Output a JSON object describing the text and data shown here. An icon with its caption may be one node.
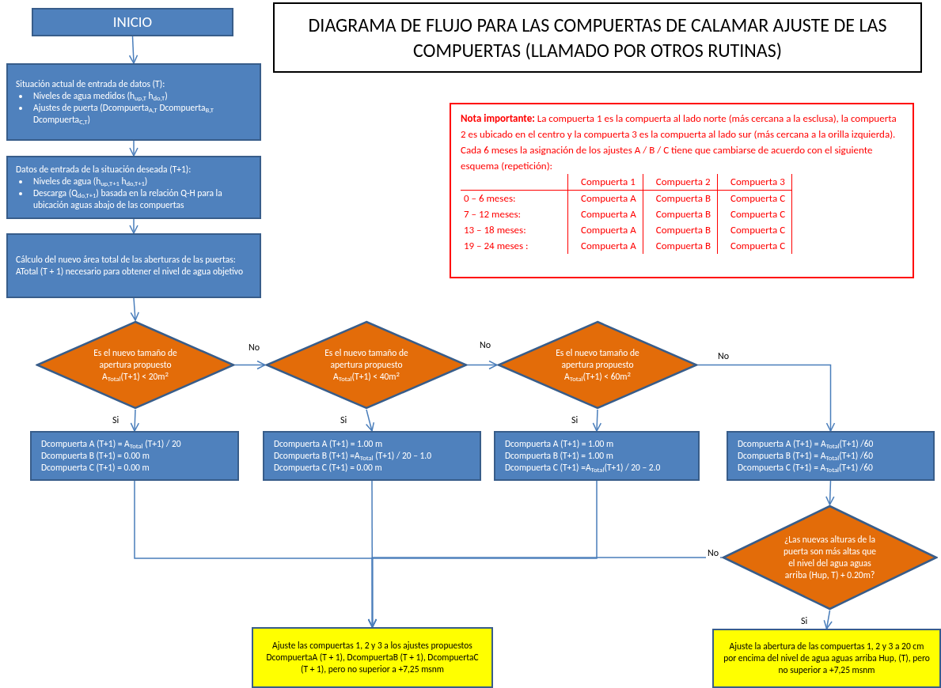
{
  "diagram": {
    "title": "DIAGRAMA DE FLUJO PARA LAS COMPUERTAS DE CALAMAR AJUSTE DE LAS COMPUERTAS (LLAMADO POR OTROS RUTINAS)",
    "nodes": [
      {
        "text": [
          "INICIO"
        ]
      },
      {
        "text": [
          "Situación actual de entrada de datos (T):",
          "Niveles de agua medidos  (h$_{up,T}$ h$_{do,T}$)",
          "Ajustes de puerta (Dcompuerta$_{A,T}$ Dcompuerta$_{B,T}$ Dcompuerta$_{C,T}$)"
        ]
      },
      {
        "text": [
          "Datos de entrada de la situación deseada  (T+1):",
          "Niveles de agua (h$_{up,T+1}$ h$_{do,T+1}$)",
          "Descarga (Q$_{do,T+1}$) basada en la relación Q-H para la ubicación aguas abajo de las compuertas"
        ]
      },
      {
        "text": [
          "Cálculo del nuevo área total de las aberturas de las puertas: ATotal (T + 1) necesario para obtener el nivel de agua objetivo"
        ]
      },
      {
        "text": [
          "Es el nuevo tamaño de apertura propuesto A$_{Total}$(T+1) < 20m$^{2}$"
        ]
      },
      {
        "text": [
          "Es el nuevo tamaño de apertura propuesto A$_{Total}$(T+1) < 40m$^{2}$"
        ]
      },
      {
        "text": [
          "Es el nuevo tamaño de apertura propuesto A$_{Total}$(T+1) < 60m$^{2}$"
        ]
      },
      {
        "text": [
          "Dcompuerta A (T+1) = A$_{Total}$ (T+1) / 20",
          "Dcompuerta B (T+1) = 0.00 m",
          "Dcompuerta C (T+1) = 0.00 m"
        ]
      },
      {
        "text": [
          "Dcompuerta A (T+1) = 1.00 m",
          "Dcompuerta B (T+1) =A$_{Total}$ (T+1) / 20 – 1.0",
          "Dcompuerta C (T+1) = 0.00 m"
        ]
      },
      {
        "text": [
          "Dcompuerta A (T+1) = 1.00 m",
          "Dcompuerta B (T+1) = 1.00 m",
          "Dcompuerta C (T+1) =A$_{Total}$(T+1) / 20 – 2.0"
        ]
      },
      {
        "text": [
          "Dcompuerta A (T+1) = A$_{Total}$(T+1) /60",
          "Dcompuerta B (T+1) = A$_{Total}$(T+1) /60",
          "Dcompuerta C (T+1) = A$_{Total}$(T+1) /60"
        ]
      },
      {
        "text": [
          "¿Las nuevas alturas de la puerta son más altas que el nivel del agua aguas arriba (Hup, T) + 0.20m?"
        ]
      },
      {
        "text": [
          "Ajuste las compuertas 1, 2 y 3 a los ajustes propuestos DcompuertaA (T + 1), DcompuertaB (T + 1), DcompuertaC (T + 1), pero no superior a +7,25 msnm"
        ]
      },
      {
        "text": [
          "Ajuste la abertura de las compuertas 1, 2 y 3 a 20 cm por encima del nivel de agua aguas arriba Hup, (T), pero no superior a +7,25 msnm"
        ]
      },
      {
        "text": [
          "**Nota importante:** La compuerta 1 es la compuerta al lado norte (más cercana a la esclusa), la compuerta 2 es ubicado en el centro y la compuerta 3 es la compuerta al lado sur (más cercana a la orilla izquierda). Cada 6 meses la asignación de los ajustes A / B / C tiene que cambiarse de acuerdo con el siguiente esquema (repetición):"
        ]
      }
    ],
    "edges": [
      {
        "from": 0,
        "to": 1,
        "arrow": "to"
      },
      {
        "from": 1,
        "to": 2,
        "arrow": "to"
      },
      {
        "from": 2,
        "to": 3,
        "arrow": "to"
      },
      {
        "from": 3,
        "to": 4,
        "arrow": "to"
      },
      {
        "from": 4,
        "to": 5,
        "arrow": "to",
        "label": "No"
      },
      {
        "from": 5,
        "to": 6,
        "arrow": "to",
        "label": "No"
      },
      {
        "from": 6,
        "to": 10,
        "arrow": "to",
        "label": "No"
      },
      {
        "from": 4,
        "to": 7,
        "arrow": "to",
        "label": "Si"
      },
      {
        "from": 5,
        "to": 8,
        "arrow": "to",
        "label": "Si"
      },
      {
        "from": 6,
        "to": 9,
        "arrow": "to",
        "label": "Si"
      },
      {
        "from": 10,
        "to": 11,
        "arrow": "to"
      },
      {
        "from": 7,
        "to": 12,
        "arrow": "to"
      },
      {
        "from": 8,
        "to": 12,
        "arrow": "to"
      },
      {
        "from": 9,
        "to": 12,
        "arrow": "to"
      },
      {
        "from": 11,
        "to": 12,
        "arrow": "to",
        "label": "No"
      },
      {
        "from": 11,
        "to": 13,
        "arrow": "to",
        "label": "Si"
      }
    ],
    "labels": [
      "Compuerta 1",
      "Compuerta 2",
      "Compuerta 3",
      "0 – 6 meses:",
      "Compuerta A",
      "Compuerta B",
      "Compuerta C",
      "7 – 12 meses:",
      "Compuerta A",
      "Compuerta B",
      "Compuerta C",
      "13 – 18 meses:",
      "Compuerta A",
      "Compuerta B",
      "Compuerta C",
      "19 – 24 meses :",
      "Compuerta A",
      "Compuerta B",
      "Compuerta C"
    ]
  }
}
